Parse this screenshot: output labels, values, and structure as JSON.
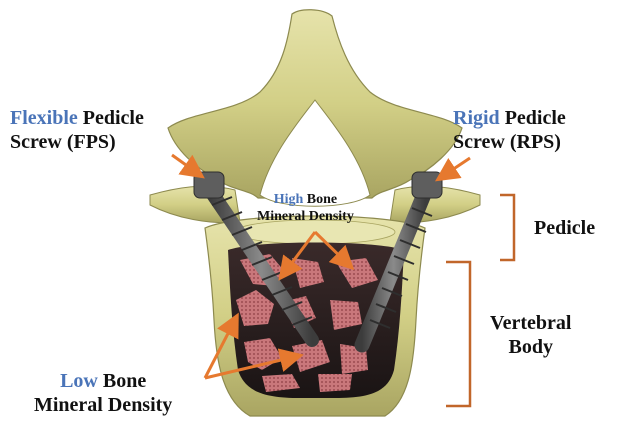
{
  "colors": {
    "bone": "#d2cf86",
    "bone_dark": "#a8a460",
    "bone_light": "#e4e2a8",
    "trabecular": "#c9777b",
    "trabecular_dark": "#8e3d44",
    "screw": "#5e5e5e",
    "arrow": "#e6792f",
    "accent_text": "#4a74b8",
    "bracket": "#c1662a"
  },
  "labels": {
    "fps": {
      "accent": "Flexible",
      "rest1": " Pedicle",
      "line2": "Screw (FPS)"
    },
    "rps": {
      "accent": "Rigid",
      "rest1": " Pedicle",
      "line2": "Screw (RPS)"
    },
    "high_bmd": {
      "accent": "High",
      "rest1": " Bone",
      "line2": "Mineral Density"
    },
    "low_bmd": {
      "accent": "Low",
      "rest1": " Bone",
      "line2": "Mineral Density"
    },
    "pedicle": "Pedicle",
    "vertebral_body": {
      "line1": "Vertebral",
      "line2": "Body"
    }
  },
  "icons": {
    "fps_screw": "flexible-screw-icon",
    "rps_screw": "rigid-screw-icon"
  }
}
